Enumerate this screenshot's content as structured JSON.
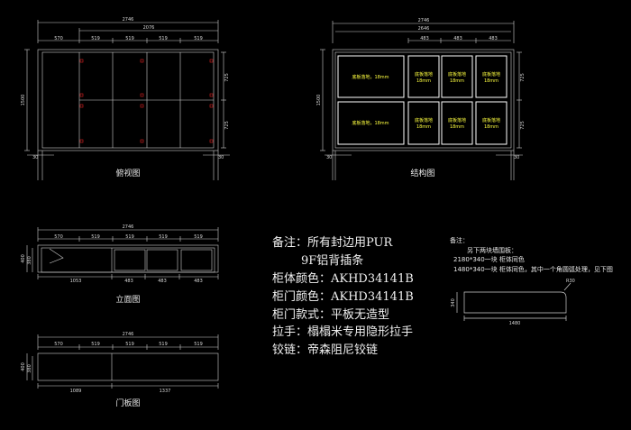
{
  "colors": {
    "background": "#000000",
    "line": "#cfcfcf",
    "dim": "#d8d8d8",
    "accent": "#ffff40",
    "marker": "#e02020"
  },
  "top_view": {
    "title": "俯视图",
    "total": "2746",
    "sub_total": "2076",
    "segments": [
      "570",
      "519",
      "519",
      "519",
      "519"
    ],
    "right_dims": [
      "725",
      "725"
    ],
    "left_dim": "1500",
    "bottom_left": "30",
    "bottom_right": "30"
  },
  "structure_view": {
    "title": "结构图",
    "total": "2746",
    "sub_total": "2646",
    "segments": [
      "483",
      "483",
      "483"
    ],
    "left_dim": "1500",
    "right_dims": [
      "725",
      "725"
    ],
    "bottom_left": "30",
    "bottom_right": "30",
    "big_cell_label": "底板落地，18mm",
    "small_cell_line1": "底板落地",
    "small_cell_line2": "18mm"
  },
  "elevation_view": {
    "title": "立面图",
    "total": "2746",
    "segments": [
      "570",
      "519",
      "519",
      "519",
      "519"
    ],
    "left_dims": [
      "400",
      "380"
    ],
    "bottom": [
      "1053",
      "483",
      "483",
      "483"
    ]
  },
  "door_view": {
    "title": "门板图",
    "total": "2746",
    "segments": [
      "570",
      "519",
      "519",
      "519",
      "519"
    ],
    "left_dims": [
      "400",
      "380"
    ],
    "bottom": [
      "1089",
      "1337"
    ]
  },
  "notes": {
    "line1": "备注：所有封边用PUR",
    "line2": "9F铝背插条",
    "line3": "柜体颜色：AKHD34141B",
    "line4": "柜门颜色：AKHD34141B",
    "line5": "柜门款式：平板无造型",
    "line6": "拉手：榻榻米专用隐形拉手",
    "line7": "铰链：帝森阻尼铰链"
  },
  "side_note": {
    "title": "备注：",
    "line1": "另下两块墙围板：",
    "line2": "2180*340一块  柜体同色",
    "line3": "1480*340一块  柜体同色，其中一个角圆弧处理，见下图",
    "panel_width": "1480",
    "panel_height": "340",
    "corner": "R30"
  }
}
